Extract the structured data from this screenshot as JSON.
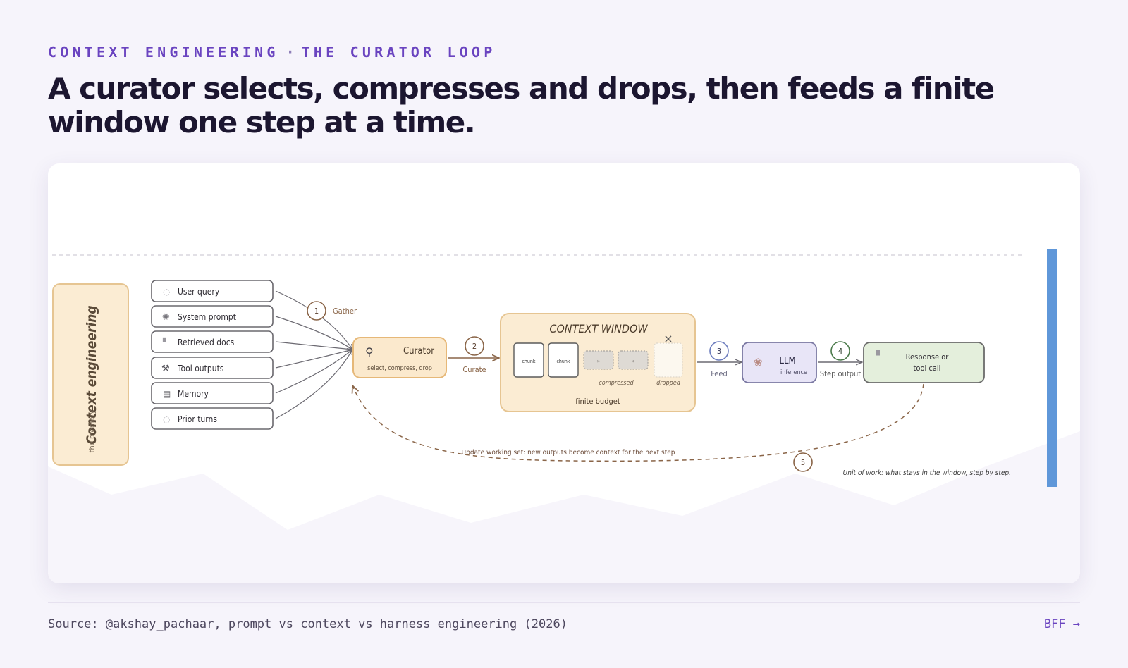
{
  "header": {
    "eyebrow_left": "CONTEXT ENGINEERING",
    "eyebrow_sep": "·",
    "eyebrow_right": "THE CURATOR LOOP",
    "title": "A curator selects, compresses and drops, then feeds a finite window one step at a time."
  },
  "diagram": {
    "side_label_main": "Context engineering",
    "side_label_sub": "the memory",
    "sources": [
      {
        "label": "User query",
        "icon": "speech-bubble-icon"
      },
      {
        "label": "System prompt",
        "icon": "gear-icon"
      },
      {
        "label": "Retrieved docs",
        "icon": "document-icon"
      },
      {
        "label": "Tool outputs",
        "icon": "tools-icon"
      },
      {
        "label": "Memory",
        "icon": "notebook-icon"
      },
      {
        "label": "Prior turns",
        "icon": "chat-bubble-icon"
      }
    ],
    "steps": [
      {
        "num": "1",
        "label": "Gather"
      },
      {
        "num": "2",
        "label": "Curate"
      },
      {
        "num": "3",
        "label": "Feed"
      },
      {
        "num": "4",
        "label": "Step output"
      },
      {
        "num": "5",
        "label": "Update working set: new outputs become context for the next step"
      }
    ],
    "curator": {
      "title": "Curator",
      "subtitle": "select, compress, drop",
      "icon": "magnifier-icon"
    },
    "context_window": {
      "title": "CONTEXT WINDOW",
      "chunk_label": "chunk",
      "compressed_mark": "»",
      "compressed_label": "compressed",
      "dropped_label": "dropped",
      "drop_mark": "×",
      "budget_label": "finite budget"
    },
    "llm": {
      "title": "LLM",
      "subtitle": "inference",
      "icon": "brain-icon"
    },
    "response": {
      "line1": "Response or",
      "line2": "tool call",
      "icon": "document-icon"
    },
    "caption": "Unit of work: what stays in the window, step by step."
  },
  "footer": {
    "source": "Source: @akshay_pachaar, prompt vs context vs harness engineering (2026)",
    "nav": "BFF →"
  }
}
